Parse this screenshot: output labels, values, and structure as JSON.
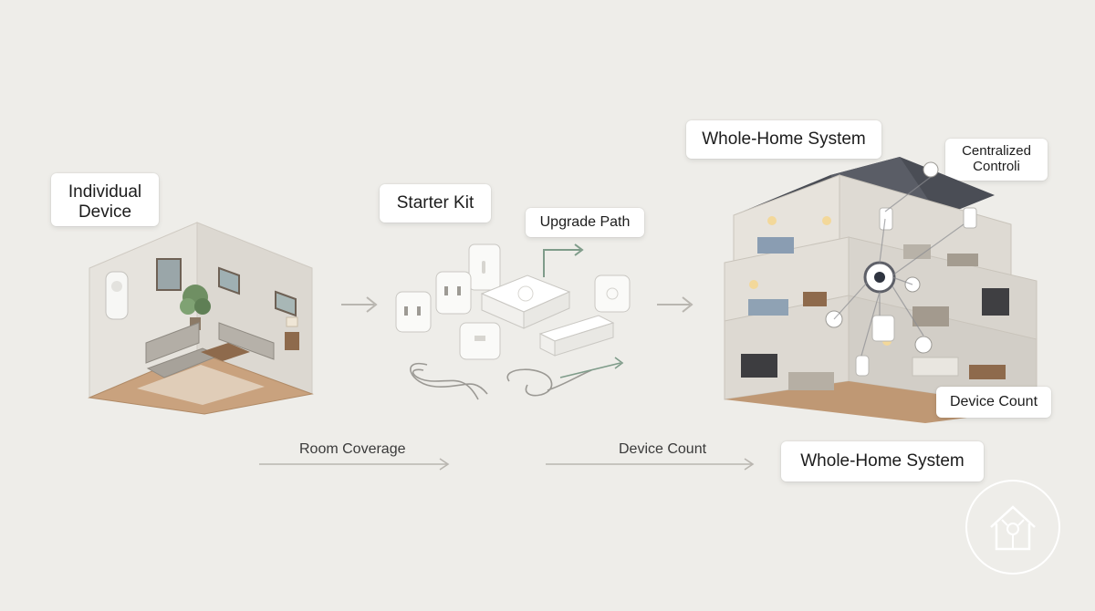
{
  "stages": {
    "individual": {
      "line1": "Individual",
      "line2": "Device"
    },
    "starter": {
      "label": "Starter Kit"
    },
    "whole_home": {
      "label": "Whole-Home System"
    }
  },
  "callouts": {
    "upgrade_path": "Upgrade Path",
    "centralized_line1": "Centralized",
    "centralized_line2": "Controli",
    "device_count_house": "Device Count"
  },
  "axes": {
    "room_coverage": "Room Coverage",
    "device_count": "Device Count",
    "endpoint": "Whole-Home System"
  },
  "icons": {
    "badge": "home-hub-icon",
    "flow_arrow": "chevron-right-icon"
  },
  "colors": {
    "background": "#eeede9",
    "accent_green": "#7f9c8a",
    "floor_wood": "#c9a27e",
    "roof": "#4a4d55"
  }
}
